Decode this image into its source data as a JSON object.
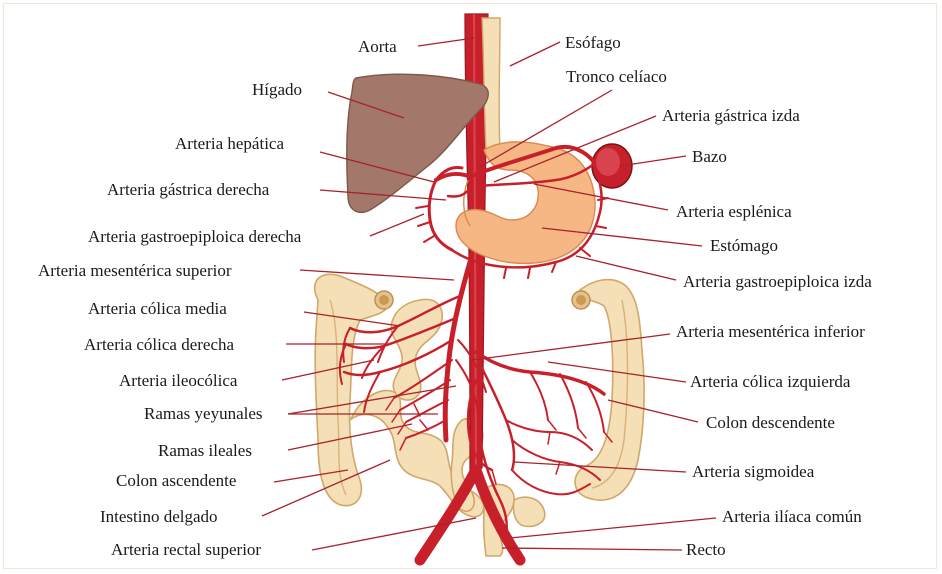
{
  "labels": {
    "aorta": "Aorta",
    "esofago": "Esófago",
    "higado": "Hígado",
    "tronco_celiaco": "Tronco celíaco",
    "arteria_gastrica_izda": "Arteria gástrica izda",
    "arteria_hepatica": "Arteria hepática",
    "bazo": "Bazo",
    "arteria_gastrica_derecha": "Arteria gástrica derecha",
    "arteria_esplenica": "Arteria esplénica",
    "arteria_gastroepiploica_derecha": "Arteria gastroepiploica derecha",
    "estomago": "Estómago",
    "arteria_mesenterica_superior": "Arteria mesentérica superior",
    "arteria_gastroepiploica_izda": "Arteria gastroepiploica izda",
    "arteria_colica_media": "Arteria cólica media",
    "arteria_mesenterica_inferior": "Arteria mesentérica inferior",
    "arteria_colica_derecha": "Arteria cólica derecha",
    "arteria_ileocolica": "Arteria ileocólica",
    "arteria_colica_izquierda": "Arteria cólica izquierda",
    "ramas_yeyunales": "Ramas yeyunales",
    "colon_descendente": "Colon descendente",
    "ramas_ileales": "Ramas ileales",
    "colon_ascendente": "Colon ascendente",
    "arteria_sigmoidea": "Arteria sigmoidea",
    "intestino_delgado": "Intestino delgado",
    "arteria_iliaca_comun": "Arteria ilíaca común",
    "arteria_rectal_superior": "Arteria rectal superior",
    "recto": "Recto"
  },
  "colors": {
    "artery": "#c8202b",
    "artery_dark": "#9a161f",
    "liver": "#a4776b",
    "stomach": "#f7b784",
    "intestine": "#f5dfb6",
    "leader_line": "#a8222a",
    "text": "#1a1a1a"
  }
}
